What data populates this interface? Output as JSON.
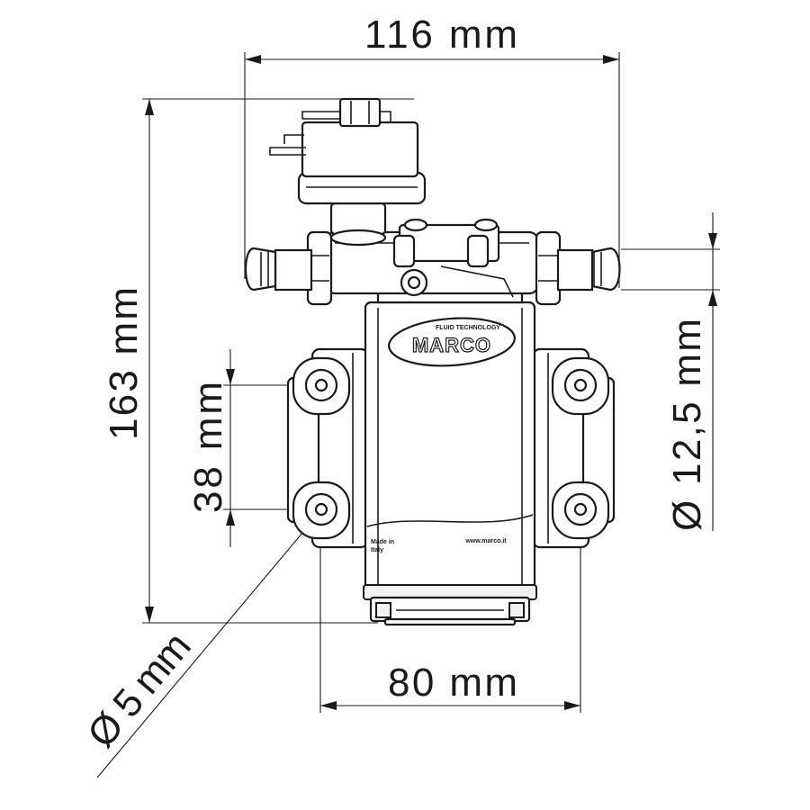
{
  "dimensions": {
    "width_overall": "116 mm",
    "height_overall": "163 mm",
    "mount_spacing_vertical": "38 mm",
    "mount_spacing_horizontal": "80 mm",
    "port_diameter": "Ø 12,5 mm",
    "hole_diameter": "Ø 5 mm"
  },
  "label": {
    "brand": "MARCO",
    "tagline": "FLUID TECHNOLOGY",
    "website": "www.marco.it",
    "origin_line1": "Made in",
    "origin_line2": "Italy"
  },
  "colors": {
    "line": "#1a1a1a",
    "background": "#ffffff"
  }
}
